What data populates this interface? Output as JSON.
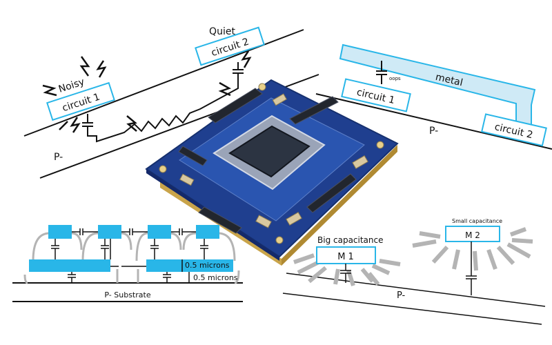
{
  "diagram_top_left": {
    "label_quiet": "Quiet",
    "label_circuit_2": "circuit 2",
    "label_noisy": "Noisy",
    "label_circuit_1": "circuit 1",
    "label_substrate": "P-"
  },
  "diagram_top_right": {
    "label_metal": "metal",
    "label_oops": "oops",
    "label_circuit_1": "circuit 1",
    "label_circuit_2": "circuit 2",
    "label_substrate": "P-"
  },
  "diagram_bottom_left": {
    "label_thickness_1": "0.5 microns",
    "label_thickness_2": "0.5 microns",
    "label_substrate": "P- Substrate"
  },
  "diagram_bottom_right": {
    "label_big_capacitance": "Big capacitance",
    "label_m1": "M 1",
    "label_small_capacitance": "Small capacitance",
    "label_m2": "M 2",
    "label_substrate": "P-"
  },
  "colors": {
    "accent_cyan": "#29b6e8",
    "metal_fill": "#cfeaf6",
    "pcb_blue": "#1f3f8f",
    "gray_field": "#b4b4b4"
  }
}
